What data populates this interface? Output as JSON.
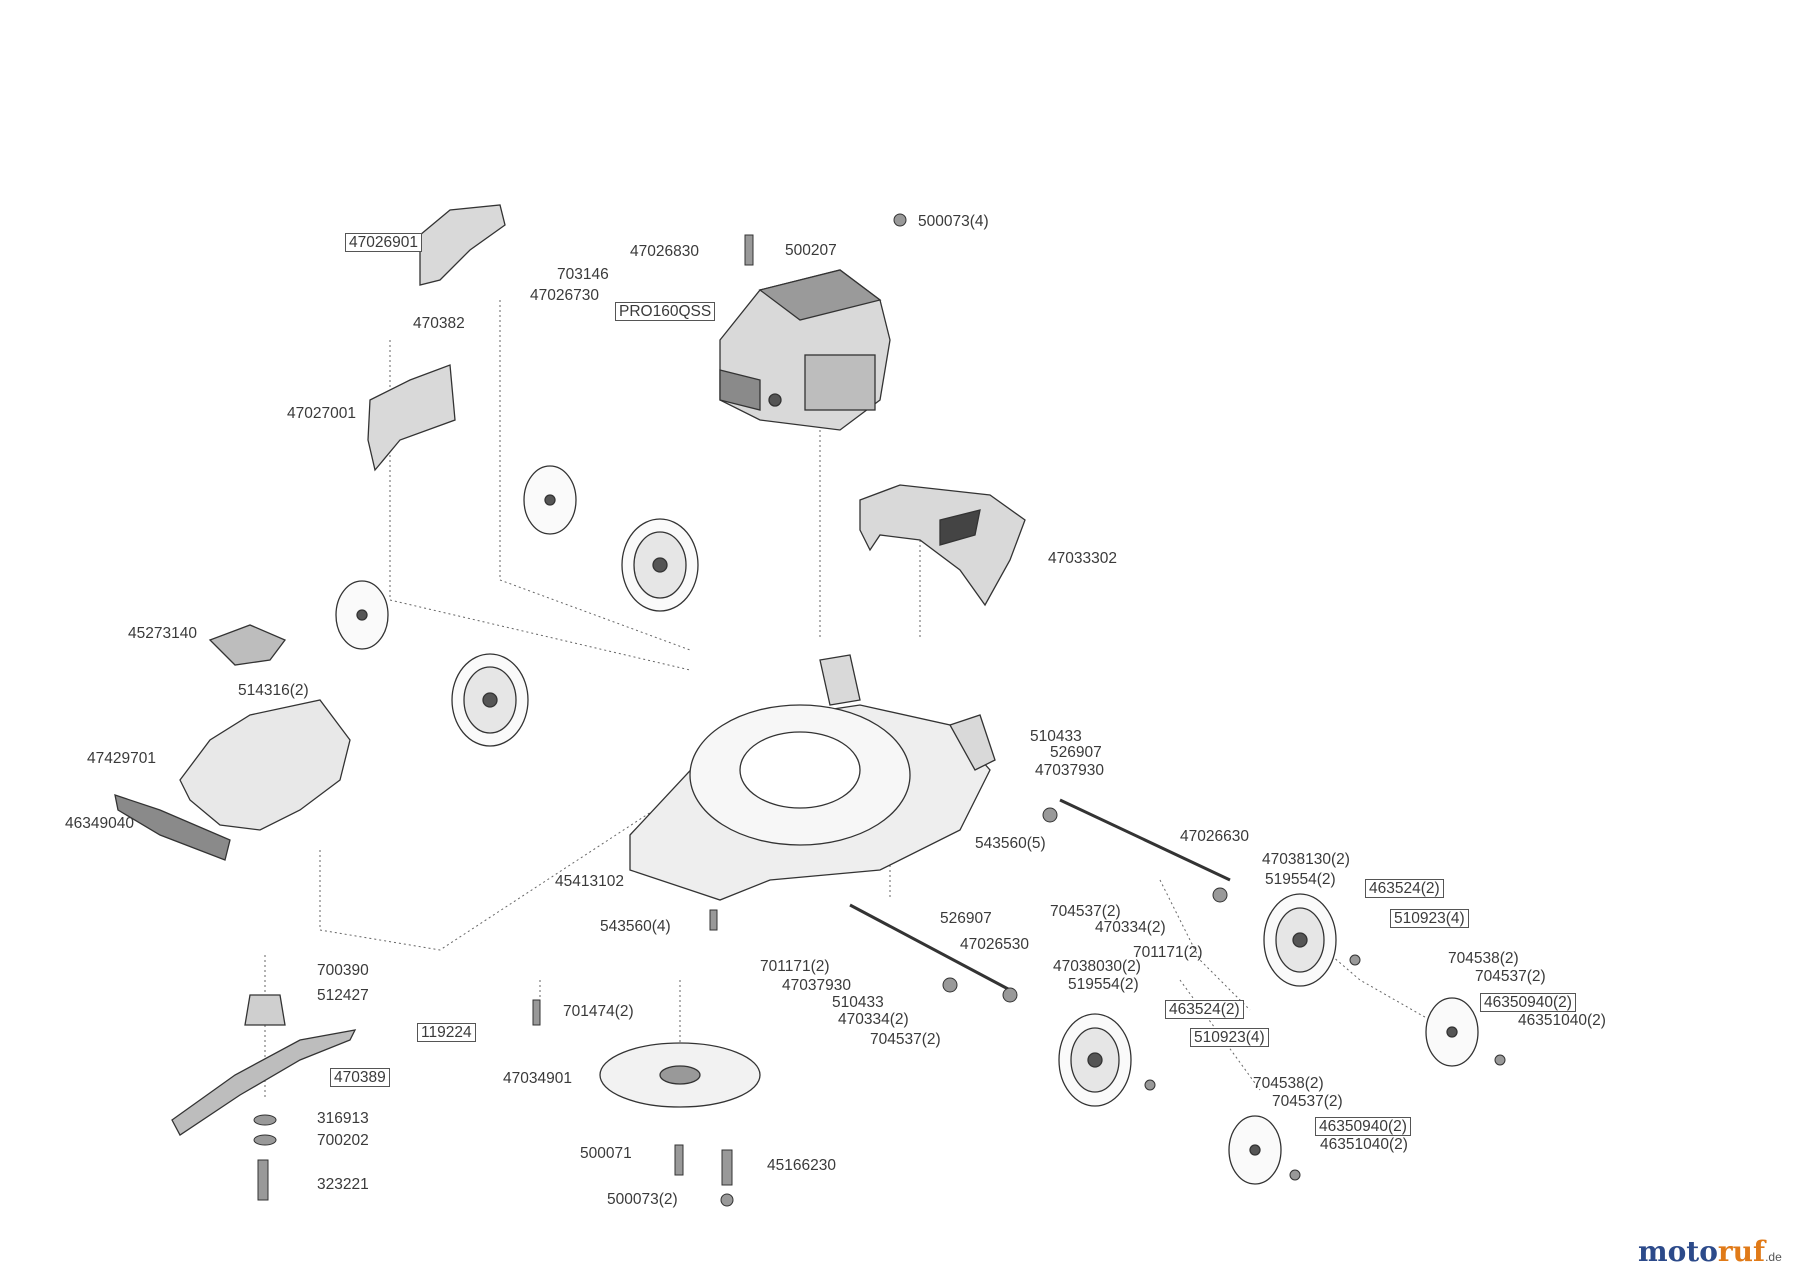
{
  "diagram": {
    "part_labels": [
      {
        "id": "l01",
        "text": "47026901",
        "boxed": true
      },
      {
        "id": "l02",
        "text": "47026830",
        "boxed": false
      },
      {
        "id": "l03",
        "text": "703146",
        "boxed": false
      },
      {
        "id": "l04",
        "text": "470382",
        "boxed": false
      },
      {
        "id": "l05",
        "text": "47026730",
        "boxed": false
      },
      {
        "id": "l06",
        "text": "500207",
        "boxed": false
      },
      {
        "id": "l07",
        "text": "500073(4)",
        "boxed": false
      },
      {
        "id": "l08",
        "text": "PRO160QSS",
        "boxed": true
      },
      {
        "id": "l09",
        "text": "47027001",
        "boxed": false
      },
      {
        "id": "l10",
        "text": "47033302",
        "boxed": false
      },
      {
        "id": "l11",
        "text": "45273140",
        "boxed": false
      },
      {
        "id": "l12",
        "text": "514316(2)",
        "boxed": false
      },
      {
        "id": "l13",
        "text": "47429701",
        "boxed": false
      },
      {
        "id": "l14",
        "text": "46349040",
        "boxed": false
      },
      {
        "id": "l15",
        "text": "510433",
        "boxed": false
      },
      {
        "id": "l16",
        "text": "526907",
        "boxed": false
      },
      {
        "id": "l17",
        "text": "47037930",
        "boxed": false
      },
      {
        "id": "l18",
        "text": "47026630",
        "boxed": false
      },
      {
        "id": "l19",
        "text": "543560(5)",
        "boxed": false
      },
      {
        "id": "l20",
        "text": "47038130(2)",
        "boxed": false
      },
      {
        "id": "l21",
        "text": "519554(2)",
        "boxed": false
      },
      {
        "id": "l22",
        "text": "463524(2)",
        "boxed": true
      },
      {
        "id": "l23",
        "text": "704537(2)",
        "boxed": false
      },
      {
        "id": "l24",
        "text": "470334(2)",
        "boxed": false
      },
      {
        "id": "l25",
        "text": "510923(4)",
        "boxed": true
      },
      {
        "id": "l26",
        "text": "701171(2)",
        "boxed": false
      },
      {
        "id": "l27",
        "text": "45413102",
        "boxed": false
      },
      {
        "id": "l28",
        "text": "543560(4)",
        "boxed": false
      },
      {
        "id": "l29",
        "text": "526907",
        "boxed": false
      },
      {
        "id": "l30",
        "text": "47026530",
        "boxed": false
      },
      {
        "id": "l31",
        "text": "704538(2)",
        "boxed": false
      },
      {
        "id": "l32",
        "text": "704537(2)",
        "boxed": false
      },
      {
        "id": "l33",
        "text": "46350940(2)",
        "boxed": true
      },
      {
        "id": "l34",
        "text": "46351040(2)",
        "boxed": false
      },
      {
        "id": "l35",
        "text": "701171(2)",
        "boxed": false
      },
      {
        "id": "l36",
        "text": "47037930",
        "boxed": false
      },
      {
        "id": "l37",
        "text": "510433",
        "boxed": false
      },
      {
        "id": "l38",
        "text": "470334(2)",
        "boxed": false
      },
      {
        "id": "l39",
        "text": "704537(2)",
        "boxed": false
      },
      {
        "id": "l40",
        "text": "47038030(2)",
        "boxed": false
      },
      {
        "id": "l41",
        "text": "519554(2)",
        "boxed": false
      },
      {
        "id": "l42",
        "text": "463524(2)",
        "boxed": true
      },
      {
        "id": "l43",
        "text": "510923(4)",
        "boxed": true
      },
      {
        "id": "l44",
        "text": "700390",
        "boxed": false
      },
      {
        "id": "l45",
        "text": "512427",
        "boxed": false
      },
      {
        "id": "l46",
        "text": "119224",
        "boxed": true
      },
      {
        "id": "l47",
        "text": "470389",
        "boxed": true
      },
      {
        "id": "l48",
        "text": "316913",
        "boxed": false
      },
      {
        "id": "l49",
        "text": "700202",
        "boxed": false
      },
      {
        "id": "l50",
        "text": "323221",
        "boxed": false
      },
      {
        "id": "l51",
        "text": "701474(2)",
        "boxed": false
      },
      {
        "id": "l52",
        "text": "47034901",
        "boxed": false
      },
      {
        "id": "l53",
        "text": "500071",
        "boxed": false
      },
      {
        "id": "l54",
        "text": "45166230",
        "boxed": false
      },
      {
        "id": "l55",
        "text": "500073(2)",
        "boxed": false
      },
      {
        "id": "l56",
        "text": "704538(2)",
        "boxed": false
      },
      {
        "id": "l57",
        "text": "704537(2)",
        "boxed": false
      },
      {
        "id": "l58",
        "text": "46350940(2)",
        "boxed": true
      },
      {
        "id": "l59",
        "text": "46351040(2)",
        "boxed": false
      }
    ]
  },
  "brand": {
    "part1": "moto",
    "part2": "ruf",
    "suffix": ".de"
  },
  "colors": {
    "line": "#3a3a3a",
    "part_fill": "#d9d9d9",
    "part_dark": "#5a5a5a",
    "brand_blue": "#2c4a8a",
    "brand_orange": "#e07a18"
  }
}
